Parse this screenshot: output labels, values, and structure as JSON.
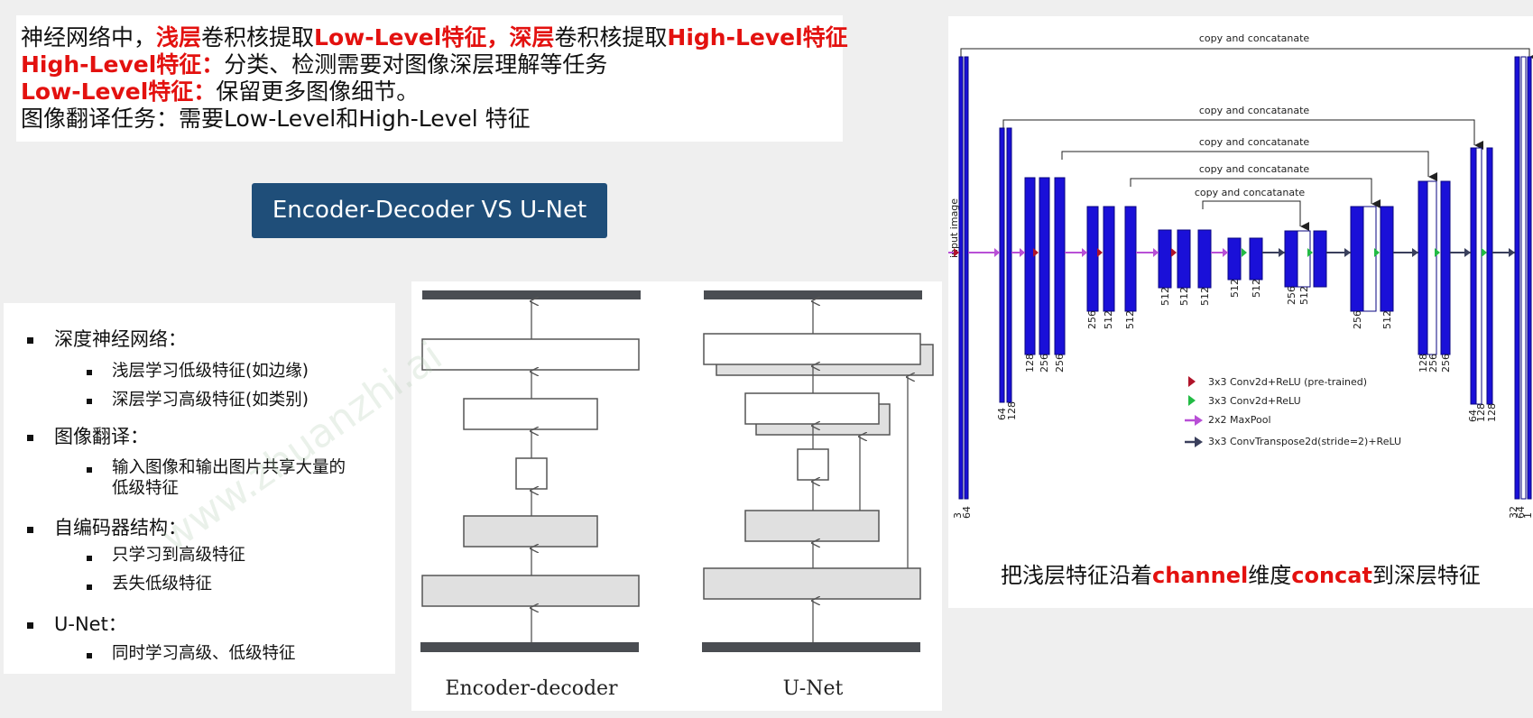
{
  "intro": {
    "l1_a": "神经网络中，",
    "l1_b": "浅层",
    "l1_c": "卷积核提取",
    "l1_d": "Low-Level特征",
    "l1_e": "，",
    "l1_f": "深层",
    "l1_g": "卷积核提取",
    "l1_h": "High-Level特征",
    "l2_a": "High-Level特征：",
    "l2_b": "分类、检测需要对图像深层理解等任务",
    "l3_a": "Low-Level特征：",
    "l3_b": "保留更多图像细节。",
    "l4": "图像翻译任务：需要Low-Level和High-Level 特征"
  },
  "title_button": "Encoder-Decoder VS U-Net",
  "bullets": [
    {
      "text": "深度神经网络：",
      "children": [
        "浅层学习低级特征(如边缘)",
        "深层学习高级特征(如类别)"
      ]
    },
    {
      "text": "图像翻译：",
      "children": [
        "输入图像和输出图片共享大量的",
        "低级特征"
      ]
    },
    {
      "text": "自编码器结构：",
      "children": [
        "只学习到高级特征",
        "丢失低级特征"
      ]
    },
    {
      "text": "U-Net：",
      "children": [
        "同时学习高级、低级特征"
      ]
    }
  ],
  "compare": {
    "left_label": "Encoder-decoder",
    "right_label": "U-Net"
  },
  "unet": {
    "copy_label": "copy and concatanate",
    "input_label": "input image",
    "enc_channels": [
      [
        "3",
        "64"
      ],
      [
        "64",
        "128"
      ],
      [
        "128",
        "256",
        "256"
      ],
      [
        "256",
        "512",
        "512"
      ],
      [
        "512",
        "512",
        "512"
      ],
      [
        "512",
        "512"
      ]
    ],
    "dec_channels": [
      [
        "256",
        "512"
      ],
      [
        "256",
        "512"
      ],
      [
        "128",
        "256",
        "256"
      ],
      [
        "64",
        "128",
        "128"
      ],
      [
        "32",
        "64",
        "1"
      ]
    ],
    "legend": [
      {
        "label": "3x3 Conv2d+ReLU (pre-trained)",
        "color": "#b0142a"
      },
      {
        "label": "3x3 Conv2d+ReLU",
        "color": "#22bb44"
      },
      {
        "label": "2x2 MaxPool",
        "color": "#b84fd6"
      },
      {
        "label": "3x3 ConvTranspose2d(stride=2)+ReLU",
        "color": "#3a3f5c"
      }
    ],
    "caption_a": "把浅层特征沿着",
    "caption_b": "channel",
    "caption_c": "维度",
    "caption_d": "concat",
    "caption_e": "到深层特征"
  },
  "watermark": "www.zhuanzhi.ai"
}
